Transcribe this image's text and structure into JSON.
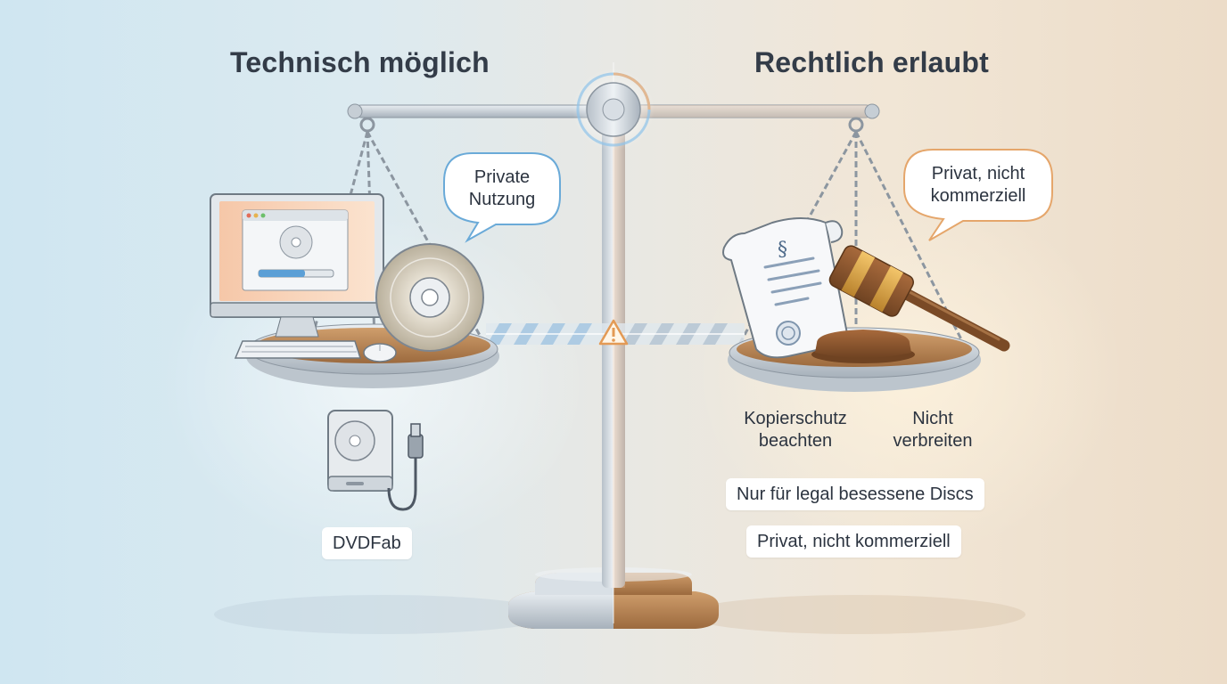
{
  "left": {
    "heading": "Technisch möglich",
    "bubble": "Private\nNutzung",
    "tool_label": "DVDFab",
    "icons": [
      "computer-monitor-icon",
      "dvd-disc-icon",
      "keyboard-icon",
      "mouse-icon",
      "external-dvd-drive-icon",
      "usb-cable-icon"
    ]
  },
  "right": {
    "heading": "Rechtlich erlaubt",
    "bubble": "Privat, nicht\nkommerziell",
    "caption_copy_protection": "Kopierschutz\nbeachten",
    "caption_no_distribution": "Nicht\nverbreiten",
    "rule_legal_discs": "Nur für legal besessene Discs",
    "rule_private": "Privat, nicht kommerziell",
    "icons": [
      "paragraph-document-icon",
      "judge-gavel-icon",
      "seal-icon"
    ]
  },
  "center": {
    "icons": [
      "balance-scale-icon",
      "warning-triangle-icon"
    ]
  },
  "colors": {
    "left_bg": "#cfe6f1",
    "right_bg": "#ecdcc8",
    "text": "#333c48",
    "accent_blue": "#5b9fd6",
    "accent_orange": "#e9a463",
    "wood": "#b07b4c"
  }
}
